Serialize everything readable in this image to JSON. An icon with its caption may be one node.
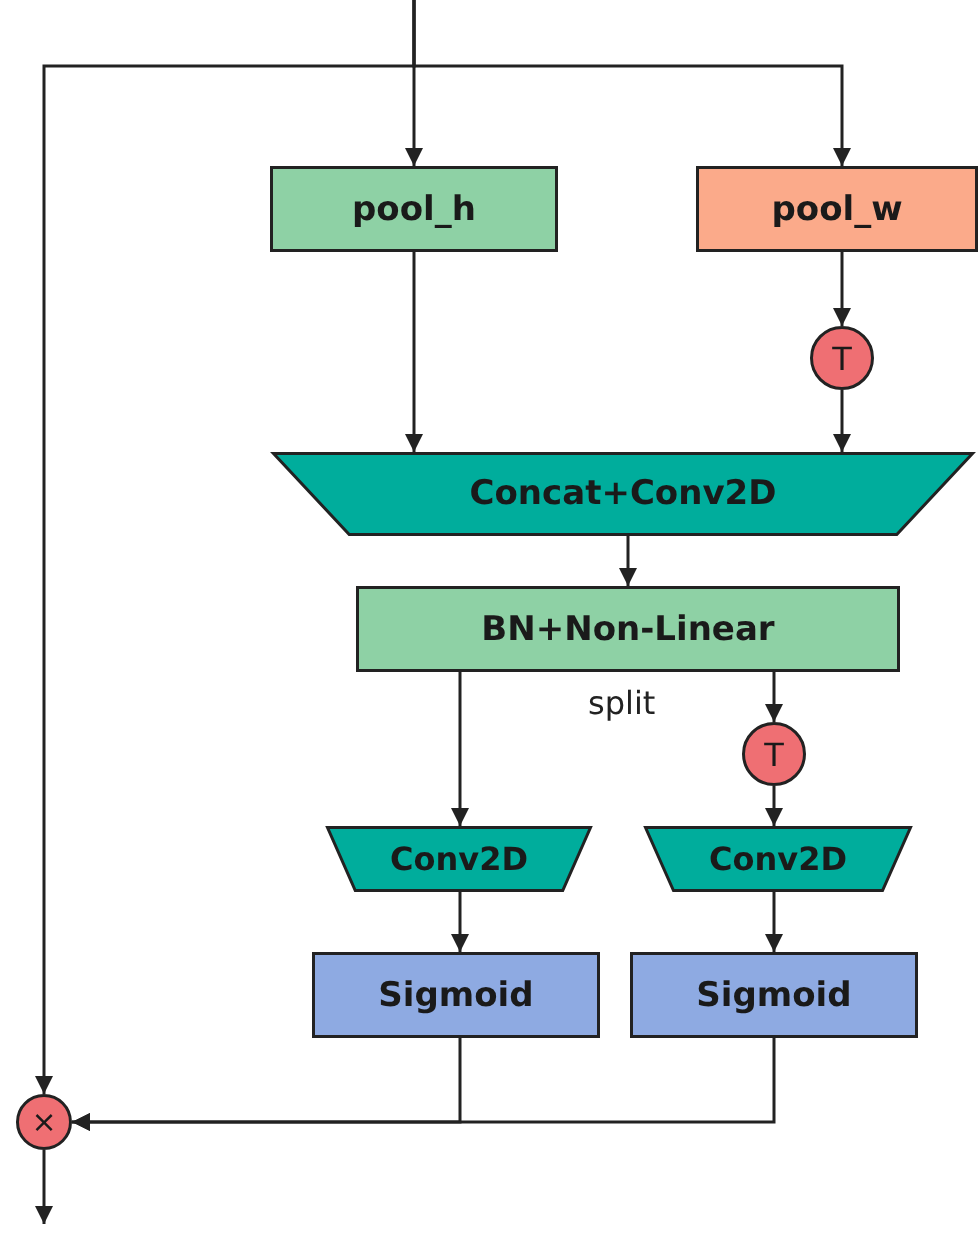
{
  "diagram": {
    "nodes": [
      {
        "text": [
          "pool_h"
        ]
      },
      {
        "text": [
          "pool_w"
        ]
      },
      {
        "text": [
          "T"
        ]
      },
      {
        "text": [
          "Concat+Conv2D"
        ]
      },
      {
        "text": [
          "BN+Non-Linear"
        ]
      },
      {
        "text": [
          "T"
        ]
      },
      {
        "text": [
          "Conv2D"
        ]
      },
      {
        "text": [
          "Conv2D"
        ]
      },
      {
        "text": [
          "Sigmoid"
        ]
      },
      {
        "text": [
          "Sigmoid"
        ]
      },
      {
        "text": [
          "×"
        ]
      }
    ],
    "edges": [
      {
        "from": null,
        "to": 0,
        "arrow": "to"
      },
      {
        "from": null,
        "to": 1,
        "arrow": "to"
      },
      {
        "from": null,
        "to": 10,
        "arrow": "to"
      },
      {
        "from": 1,
        "to": 2,
        "arrow": "to"
      },
      {
        "from": 2,
        "to": 3,
        "arrow": "to"
      },
      {
        "from": 0,
        "to": 3,
        "arrow": "to"
      },
      {
        "from": 3,
        "to": 4,
        "arrow": "to"
      },
      {
        "from": 4,
        "to": 6,
        "arrow": "to"
      },
      {
        "from": 4,
        "to": 5,
        "arrow": "to"
      },
      {
        "from": 5,
        "to": 7,
        "arrow": "to"
      },
      {
        "from": 6,
        "to": 8,
        "arrow": "to"
      },
      {
        "from": 7,
        "to": 9,
        "arrow": "to"
      },
      {
        "from": 8,
        "to": 10,
        "arrow": "to"
      },
      {
        "from": 9,
        "to": 10,
        "arrow": "to"
      },
      {
        "from": 10,
        "to": null,
        "arrow": "to"
      }
    ],
    "labels": [
      "split"
    ]
  }
}
